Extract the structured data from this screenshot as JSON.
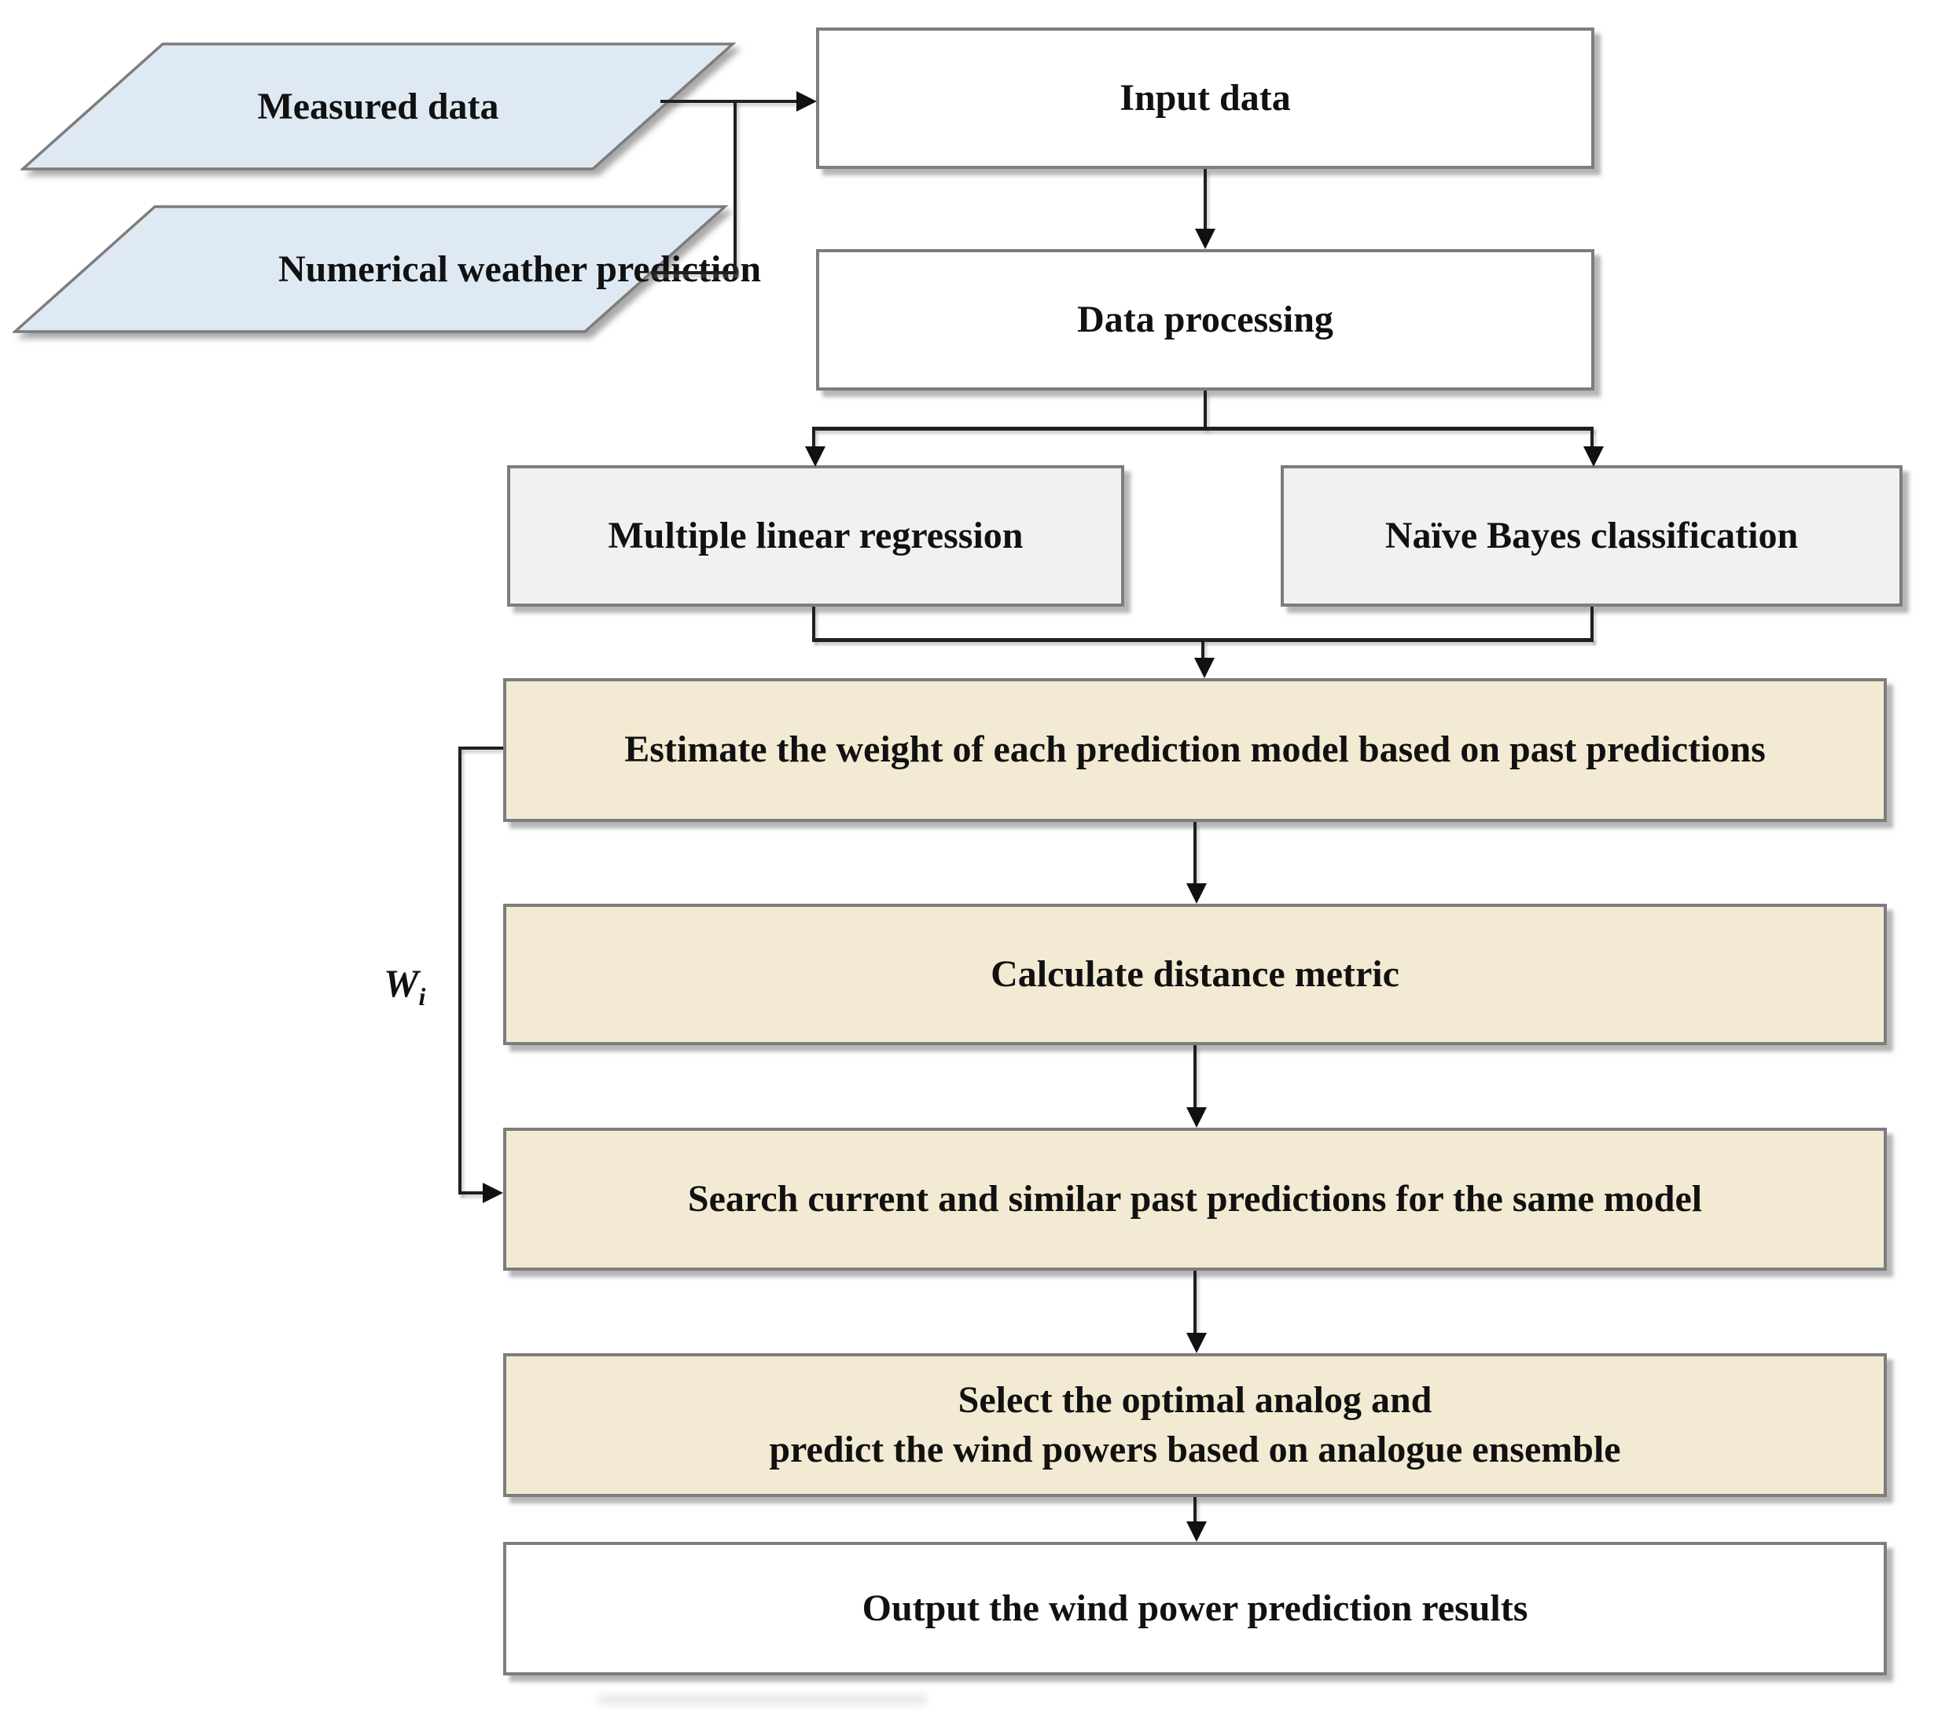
{
  "nodes": {
    "measured_data": {
      "label": "Measured data"
    },
    "numerical_weather": {
      "label": "Numerical weather prediction"
    },
    "input_data": {
      "label": "Input data"
    },
    "data_processing": {
      "label": "Data processing"
    },
    "mlr": {
      "label": "Multiple linear regression"
    },
    "nbc": {
      "label": "Naïve Bayes classification"
    },
    "estimate_weight": {
      "label": "Estimate the weight of each prediction model based on past predictions"
    },
    "calc_distance": {
      "label": "Calculate distance metric"
    },
    "search_similar": {
      "label": "Search current and similar past predictions for the same model"
    },
    "select_analog": {
      "line1": "Select the optimal analog and",
      "line2": "predict the wind powers based on analogue ensemble"
    },
    "output": {
      "label": "Output the wind power prediction results"
    }
  },
  "annotations": {
    "weight": {
      "base": "W",
      "sub": "i"
    }
  },
  "colors": {
    "io_fill": "#dfe9f4",
    "process_fill": "#ffffff",
    "model_fill": "#f1f1f1",
    "analog_fill": "#f2ead2",
    "border": "#7d7d7d",
    "line": "#1f1f1f",
    "text": "#111111"
  }
}
